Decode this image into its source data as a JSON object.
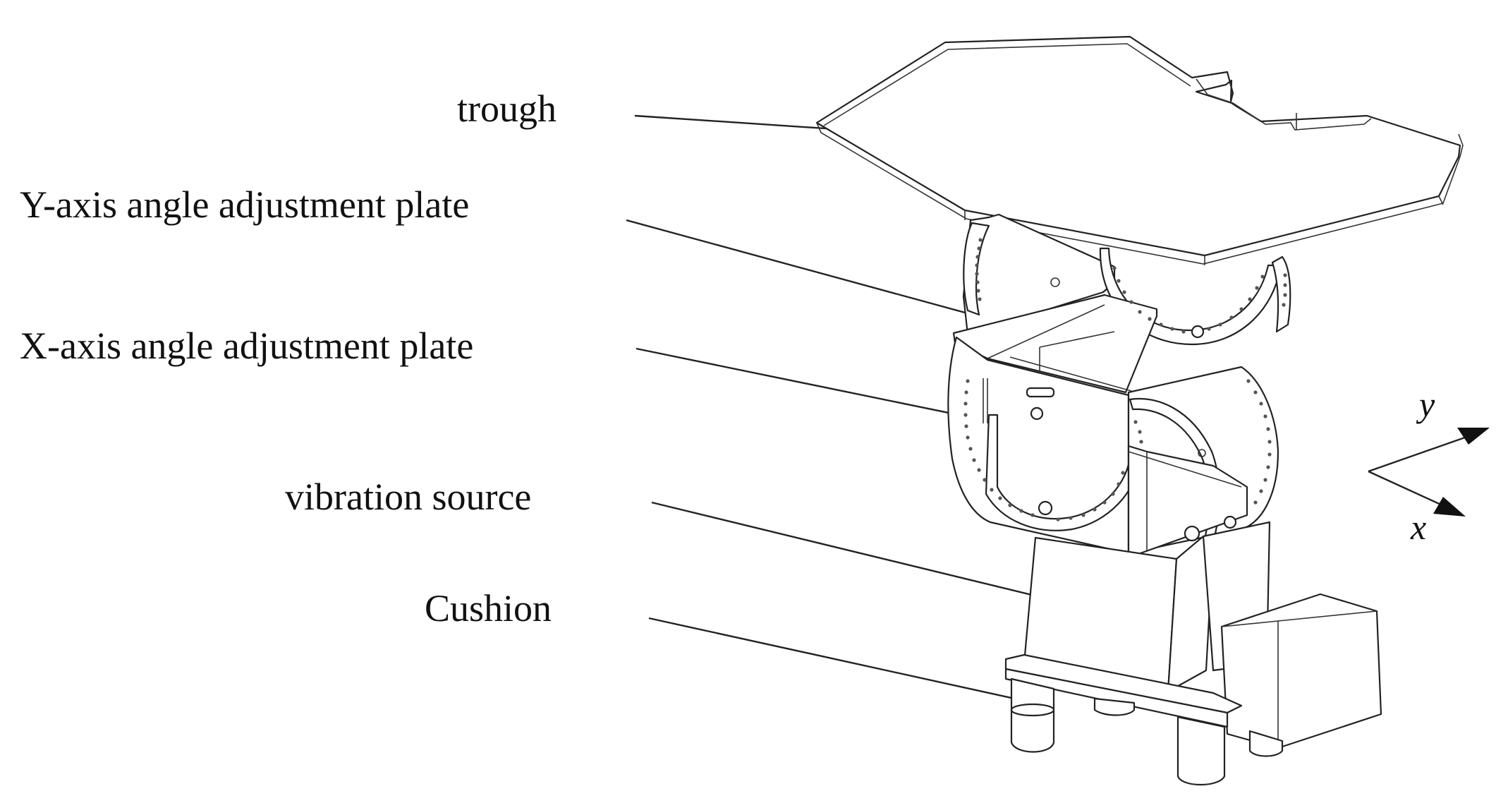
{
  "labels": {
    "trough": "trough",
    "y_plate": "Y-axis angle adjustment plate",
    "x_plate": "X-axis angle adjustment plate",
    "vibration_source": "vibration source",
    "cushion": "Cushion"
  },
  "axes": {
    "y": "y",
    "x": "x"
  }
}
